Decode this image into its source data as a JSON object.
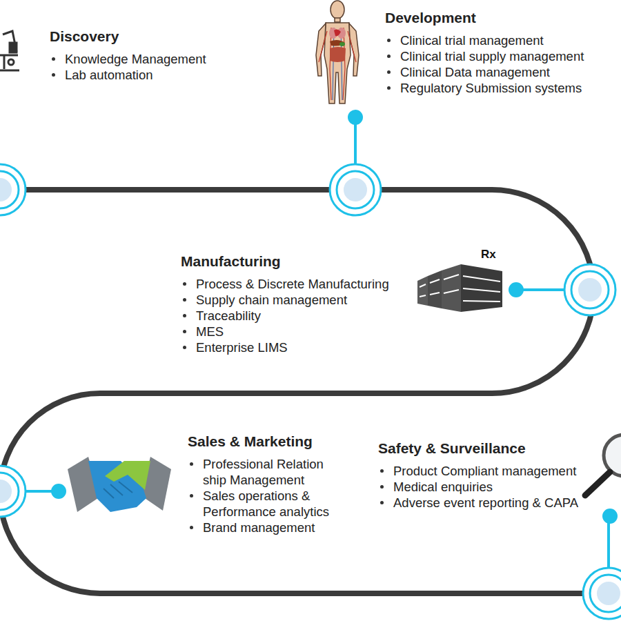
{
  "diagram": {
    "nodes": [
      {
        "text": [
          "Discovery",
          "Knowledge Management",
          "Lab automation"
        ]
      },
      {
        "text": [
          "Development",
          "Clinical trial management",
          "Clinical trial supply management",
          "Clinical Data management",
          "Regulatory Submission systems"
        ]
      },
      {
        "text": [
          "Manufacturing",
          "Process & Discrete Manufacturing",
          "Supply chain management",
          "Traceability",
          "MES",
          "Enterprise LIMS"
        ]
      },
      {
        "text": [
          "Sales & Marketing",
          "Professional Relation ship Management",
          "Sales operations & Performance analytics",
          "Brand management"
        ]
      },
      {
        "text": [
          "Safety & Surveillance",
          "Product Compliant management",
          "Medical enquiries",
          "Adverse event reporting & CAPA"
        ]
      }
    ],
    "labels": [
      "Rx"
    ]
  }
}
